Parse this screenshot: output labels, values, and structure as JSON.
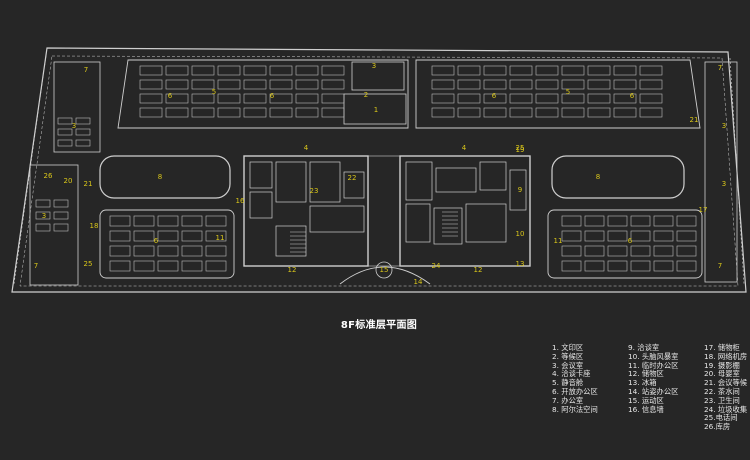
{
  "title": "8F标准层平面图",
  "legend": {
    "col1": [
      "1. 文印区",
      "2. 等候区",
      "3. 会议室",
      "4. 洽谈卡座",
      "5. 静音舱",
      "6. 开放办公区",
      "7. 办公室",
      "8. 阿尔法空间"
    ],
    "col2": [
      "9. 洽谈室",
      "10. 头脑风暴室",
      "11. 临时办公区",
      "12. 储物区",
      "13. 冰箱",
      "14. 站姿办公区",
      "15. 运动区",
      "16. 信息墙"
    ],
    "col3": [
      "17. 储物柜",
      "18. 网络机房",
      "19. 摄影棚",
      "20. 母婴室",
      "21. 会议等候",
      "22. 茶水间",
      "23. 卫生间",
      "24. 垃圾收集",
      "25.电话间",
      "26.库房"
    ]
  },
  "plan_labels": [
    "1",
    "2",
    "3",
    "4",
    "5",
    "6",
    "7",
    "8",
    "9",
    "10",
    "11",
    "12",
    "13",
    "14",
    "15",
    "16",
    "17",
    "18",
    "19",
    "20",
    "21",
    "22",
    "23",
    "24",
    "25",
    "26"
  ],
  "colors": {
    "background": "#262626",
    "lines": "#cfcfcf",
    "labels": "#d9c61a",
    "text": "#e6e6e6"
  }
}
